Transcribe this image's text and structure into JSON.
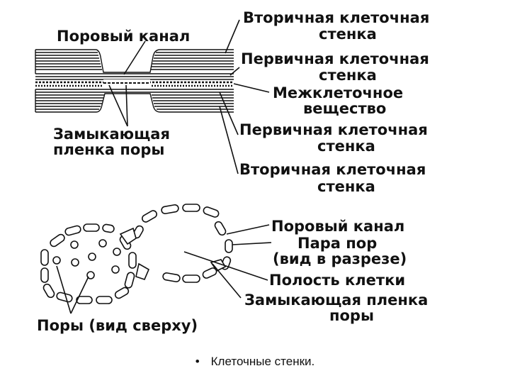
{
  "top_diagram": {
    "labels": {
      "pore_canal": "Поровый канал",
      "secondary_wall_top_1": "Вторичная клеточная",
      "secondary_wall_top_2": "стенка",
      "primary_wall_top_1": "Первичная клеточная",
      "primary_wall_top_2": "стенка",
      "middle_lamella_1": "Межклеточное",
      "middle_lamella_2": "вещество",
      "primary_wall_bottom_1": "Первичная клеточная",
      "primary_wall_bottom_2": "стенка",
      "secondary_wall_bottom_1": "Вторичная клеточная",
      "secondary_wall_bottom_2": "стенка",
      "closing_membrane_1": "Замыкающая",
      "closing_membrane_2": "пленка поры"
    }
  },
  "bottom_diagram": {
    "labels": {
      "pore_canal": "Поровый канал",
      "pore_pair_1": "Пара пор",
      "pore_pair_2": "(вид в разрезе)",
      "cell_cavity": "Полость клетки",
      "closing_membrane_1": "Замыкающая пленка",
      "closing_membrane_2": "поры",
      "pores_top_view": "Поры (вид сверху)"
    }
  },
  "caption": {
    "bullet": "•",
    "text": "Клеточные стенки."
  }
}
